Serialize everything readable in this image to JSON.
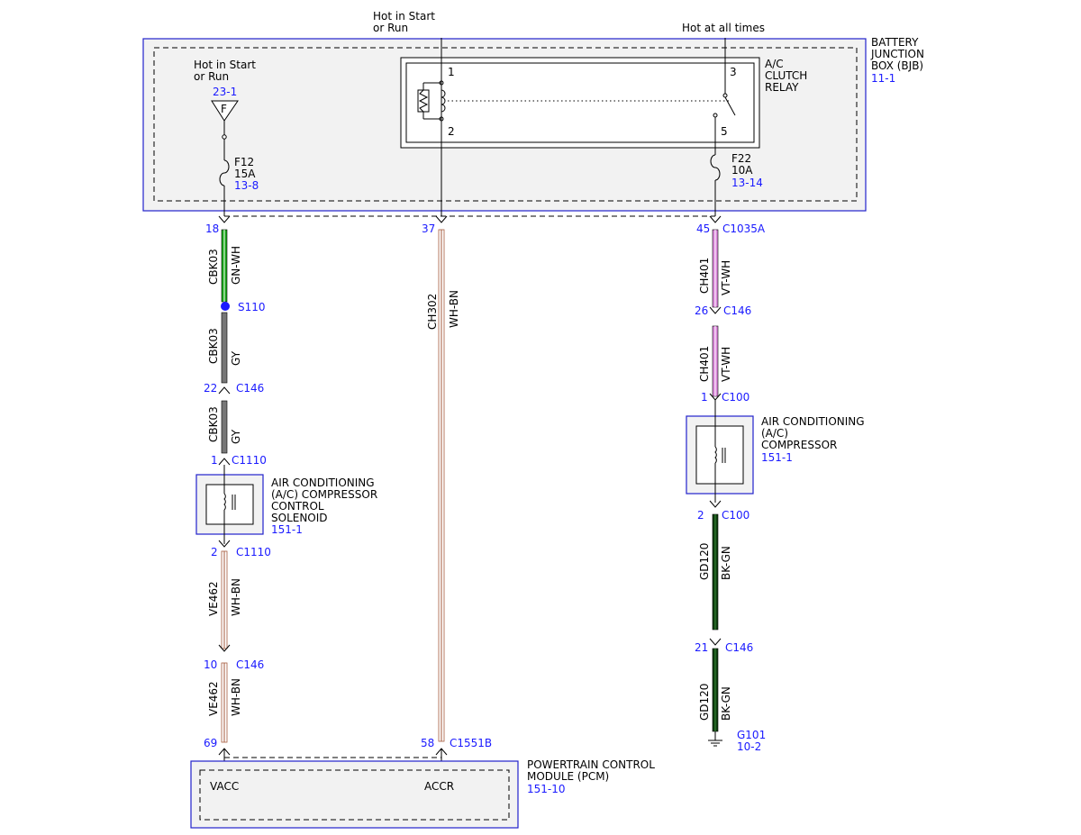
{
  "header": {
    "hot_start_run_top_1": "Hot in Start",
    "hot_start_run_top_2": "or Run",
    "hot_all_times": "Hot at all times"
  },
  "bjb": {
    "label_1": "BATTERY",
    "label_2": "JUNCTION",
    "label_3": "BOX (BJB)",
    "ref": "11-1",
    "feed_label_1": "Hot in Start",
    "feed_label_2": "or Run",
    "feed_ref": "23-1",
    "feed_letter": "F",
    "fuse_left": {
      "name": "F12",
      "rating": "15A",
      "ref": "13-8"
    },
    "fuse_right": {
      "name": "F22",
      "rating": "10A",
      "ref": "13-14"
    },
    "relay": {
      "label_1": "A/C",
      "label_2": "CLUTCH",
      "label_3": "RELAY",
      "pin1": "1",
      "pin2": "2",
      "pin3": "3",
      "pin5": "5"
    }
  },
  "connectors": {
    "c18": "18",
    "c37": "37",
    "c45": "45",
    "c1035a": "C1035A",
    "s110": "S110",
    "c22": "22",
    "c146_a": "C146",
    "c1_a": "1",
    "c1110_a": "C1110",
    "c2_a": "2",
    "c1110_b": "C1110",
    "c10": "10",
    "c146_b": "C146",
    "c69": "69",
    "c58": "58",
    "c1551b": "C1551B",
    "c26": "26",
    "c146_c": "C146",
    "c1_b": "1",
    "c100_a": "C100",
    "c2_b": "2",
    "c100_b": "C100",
    "c21": "21",
    "c146_d": "C146",
    "g101": "G101",
    "g101_ref": "10-2"
  },
  "wires": {
    "w1_circuit": "CBK03",
    "w1_color": "GN-WH",
    "w2_circuit": "CBK03",
    "w2_color": "GY",
    "w3_circuit": "CBK03",
    "w3_color": "GY",
    "w4_circuit": "VE462",
    "w4_color": "WH-BN",
    "w5_circuit": "VE462",
    "w5_color": "WH-BN",
    "w6_circuit": "CH302",
    "w6_color": "WH-BN",
    "w7_circuit": "CH401",
    "w7_color": "VT-WH",
    "w8_circuit": "CH401",
    "w8_color": "VT-WH",
    "w9_circuit": "GD120",
    "w9_color": "BK-GN",
    "w10_circuit": "GD120",
    "w10_color": "BK-GN"
  },
  "solenoid": {
    "label_1": "AIR CONDITIONING",
    "label_2": "(A/C) COMPRESSOR",
    "label_3": "CONTROL",
    "label_4": "SOLENOID",
    "ref": "151-1"
  },
  "compressor": {
    "label_1": "AIR CONDITIONING",
    "label_2": "(A/C)",
    "label_3": "COMPRESSOR",
    "ref": "151-1"
  },
  "pcm": {
    "label_1": "POWERTRAIN CONTROL",
    "label_2": "MODULE (PCM)",
    "ref": "151-10",
    "pin_vacc": "VACC",
    "pin_accr": "ACCR"
  },
  "colors": {
    "box_border": "#2222cc",
    "ref_blue": "#1a1aff",
    "green": "#1aa81a",
    "gray": "#777777",
    "violet": "#dd88dd",
    "dark_green": "#0f3d0f",
    "brown": "#a55a3c"
  }
}
